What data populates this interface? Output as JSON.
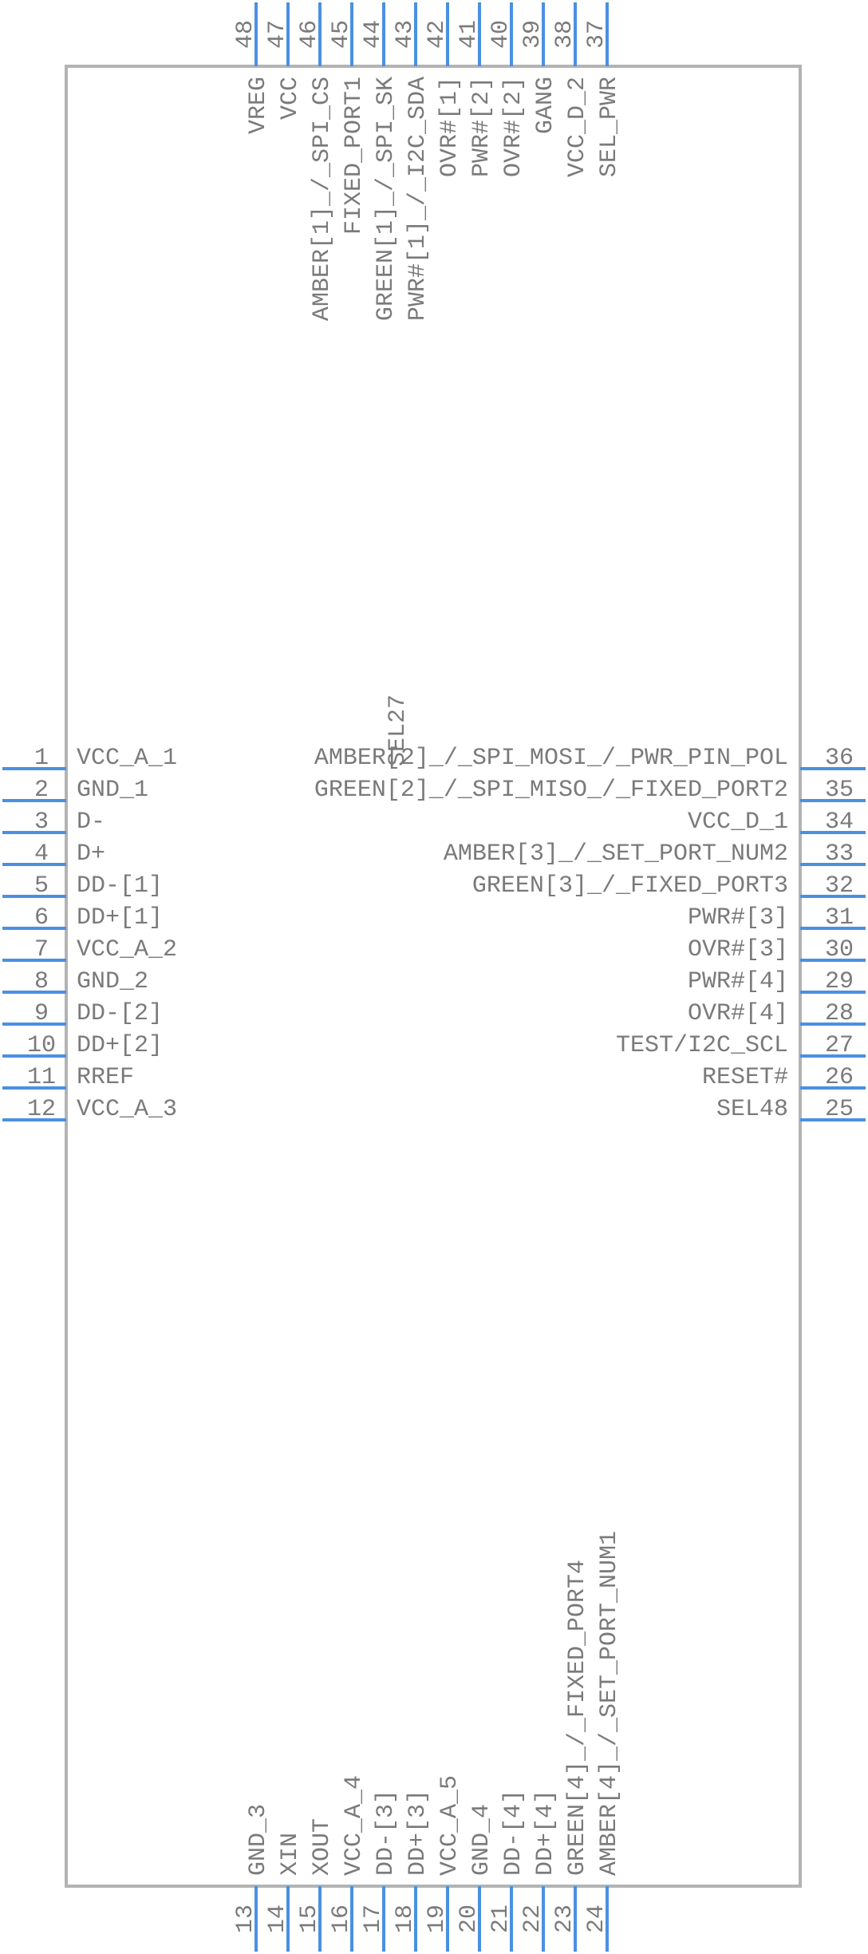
{
  "left_pins": [
    {
      "num": "1",
      "label": "VCC_A_1"
    },
    {
      "num": "2",
      "label": "GND_1"
    },
    {
      "num": "3",
      "label": "D-"
    },
    {
      "num": "4",
      "label": "D+"
    },
    {
      "num": "5",
      "label": "DD-[1]"
    },
    {
      "num": "6",
      "label": "DD+[1]"
    },
    {
      "num": "7",
      "label": "VCC_A_2"
    },
    {
      "num": "8",
      "label": "GND_2"
    },
    {
      "num": "9",
      "label": "DD-[2]"
    },
    {
      "num": "10",
      "label": "DD+[2]"
    },
    {
      "num": "11",
      "label": "RREF"
    },
    {
      "num": "12",
      "label": "VCC_A_3"
    }
  ],
  "right_pins": [
    {
      "num": "36",
      "label": "AMBER[2]_/_SPI_MOSI_/_PWR_PIN_POL"
    },
    {
      "num": "35",
      "label": "GREEN[2]_/_SPI_MISO_/_FIXED_PORT2"
    },
    {
      "num": "34",
      "label": "VCC_D_1"
    },
    {
      "num": "33",
      "label": "AMBER[3]_/_SET_PORT_NUM2"
    },
    {
      "num": "32",
      "label": "GREEN[3]_/_FIXED_PORT3"
    },
    {
      "num": "31",
      "label": "PWR#[3]"
    },
    {
      "num": "30",
      "label": "OVR#[3]"
    },
    {
      "num": "29",
      "label": "PWR#[4]"
    },
    {
      "num": "28",
      "label": "OVR#[4]"
    },
    {
      "num": "27",
      "label": "TEST/I2C_SCL"
    },
    {
      "num": "26",
      "label": "RESET#"
    },
    {
      "num": "25",
      "label": "SEL48"
    }
  ],
  "bottom_pins": [
    {
      "num": "13",
      "label": "GND_3"
    },
    {
      "num": "14",
      "label": "XIN"
    },
    {
      "num": "15",
      "label": "XOUT"
    },
    {
      "num": "16",
      "label": "VCC_A_4"
    },
    {
      "num": "17",
      "label": "DD-[3]"
    },
    {
      "num": "18",
      "label": "DD+[3]"
    },
    {
      "num": "19",
      "label": "VCC_A_5"
    },
    {
      "num": "20",
      "label": "GND_4"
    },
    {
      "num": "21",
      "label": "DD-[4]"
    },
    {
      "num": "22",
      "label": "DD+[4]"
    },
    {
      "num": "23",
      "label": "GREEN[4]_/_FIXED_PORT4"
    },
    {
      "num": "24",
      "label": "AMBER[4]_/_SET_PORT_NUM1"
    }
  ],
  "top_pins": [
    {
      "num": "48",
      "label": "VREG"
    },
    {
      "num": "47",
      "label": "VCC"
    },
    {
      "num": "46",
      "label": "AMBER[1]_/_SPI_CS"
    },
    {
      "num": "45",
      "label": "FIXED_PORT1"
    },
    {
      "num": "44",
      "label": "GREEN[1]_/_SPI_SK"
    },
    {
      "num": "43",
      "label": "PWR#[1]_/_I2C_SDA"
    },
    {
      "num": "42",
      "label": "OVR#[1]"
    },
    {
      "num": "41",
      "label": "PWR#[2]"
    },
    {
      "num": "40",
      "label": "OVR#[2]"
    },
    {
      "num": "39",
      "label": "GANG"
    },
    {
      "num": "38",
      "label": "VCC_D_2"
    },
    {
      "num": "37",
      "label": "SEL_PWR"
    }
  ],
  "floating_label": "SEL27"
}
